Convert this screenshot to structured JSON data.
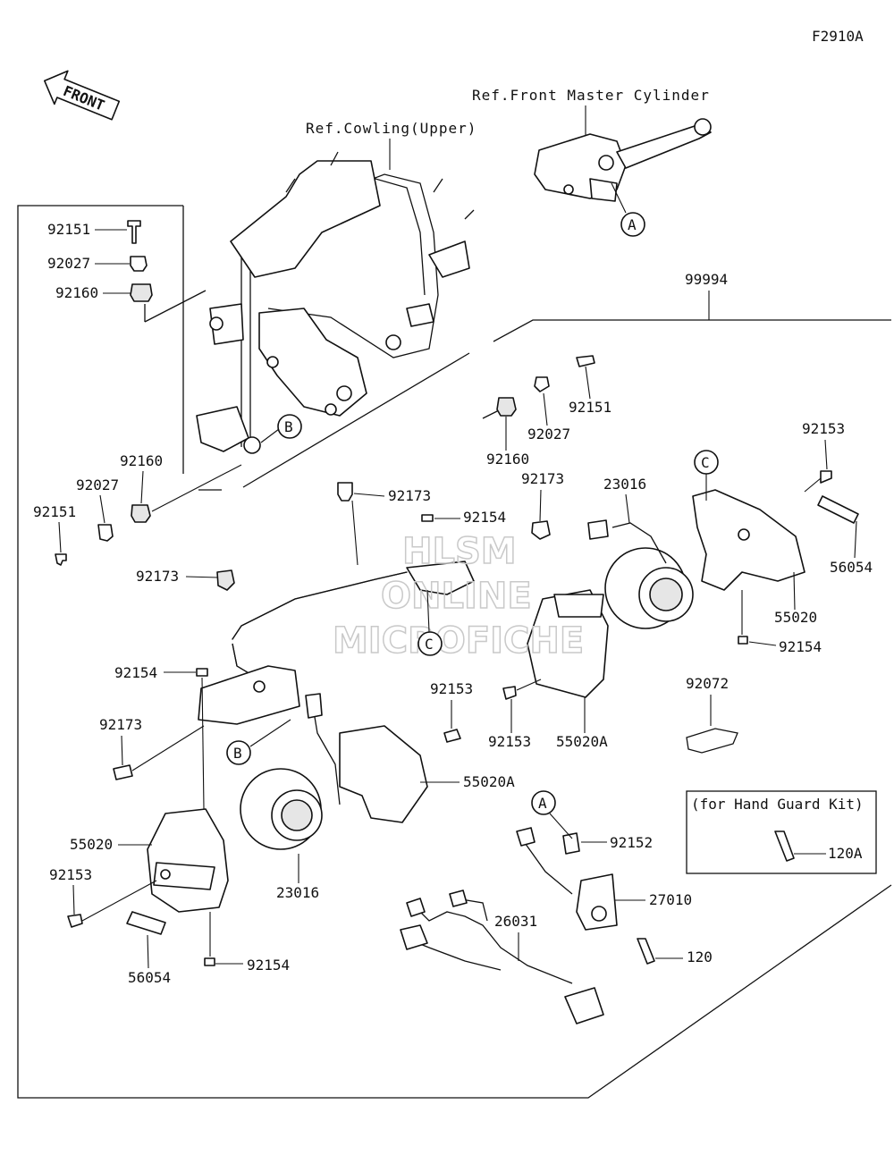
{
  "figure_id": "F2910A",
  "front_arrow": "FRONT",
  "refs": {
    "front_master_cylinder": "Ref.Front Master Cylinder",
    "cowling_upper": "Ref.Cowling(Upper)"
  },
  "kit_box": {
    "title": "(for Hand Guard Kit)",
    "part": "120A"
  },
  "watermark": [
    "HLSM",
    "ONLINE",
    "MICROFICHE"
  ],
  "callouts": {
    "a": "A",
    "b": "B",
    "c": "C"
  },
  "parts": {
    "p99994": "99994",
    "p92151_left": "92151",
    "p92027_left": "92027",
    "p92160_left": "92160",
    "p92160_mid": "92160",
    "p92027_mid": "92027",
    "p92151_mid": "92151",
    "p92160_right": "92160",
    "p92027_right": "92027",
    "p92151_right": "92151",
    "p92173_a": "92173",
    "p92154_a": "92154",
    "p92173_b": "92173",
    "p23016_right": "23016",
    "p92153_right": "92153",
    "p56054_right": "56054",
    "p55020_right": "55020",
    "p92154_right": "92154",
    "p92173_c": "92173",
    "p92154_b": "92154",
    "p92173_d": "92173",
    "p92153_mid": "92153",
    "p92153_center": "92153",
    "p55020A_right": "55020A",
    "p92072": "92072",
    "p55020A_left": "55020A",
    "p55020_left": "55020",
    "p92153_left": "92153",
    "p23016_left": "23016",
    "p56054_left": "56054",
    "p92154_left": "92154",
    "p92152": "92152",
    "p27010": "27010",
    "p26031": "26031",
    "p120": "120"
  }
}
